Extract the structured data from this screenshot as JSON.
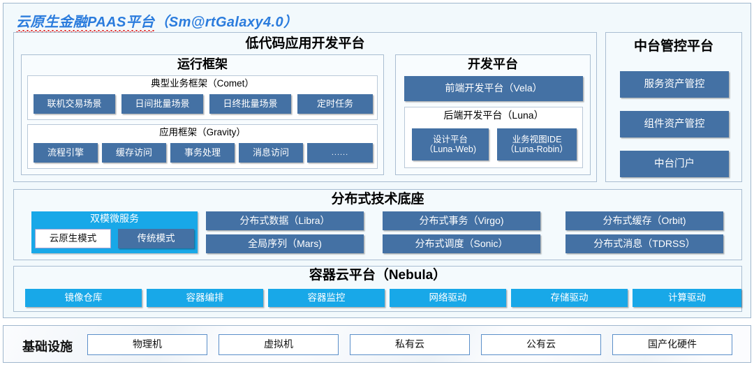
{
  "title": {
    "cn": "云原生金融PAAS平台",
    "en": "（Sm@rtGalaxy4.0）"
  },
  "lowcode": {
    "heading": "低代码应用开发平台",
    "runtime": {
      "heading": "运行框架",
      "comet": {
        "heading": "典型业务框架（Comet）",
        "items": [
          "联机交易场景",
          "日间批量场景",
          "日终批量场景",
          "定时任务"
        ]
      },
      "gravity": {
        "heading": "应用框架（Gravity）",
        "items": [
          "流程引擎",
          "缓存访问",
          "事务处理",
          "消息访问",
          "......"
        ]
      }
    },
    "devplat": {
      "heading": "开发平台",
      "frontend": "前端开发平台（Vela）",
      "backend": {
        "heading": "后端开发平台（Luna）",
        "items": [
          {
            "line1": "设计平台",
            "line2": "（Luna-Web)"
          },
          {
            "line1": "业务视图IDE",
            "line2": "（Luna-Robin）"
          }
        ]
      }
    }
  },
  "midplat": {
    "heading": "中台管控平台",
    "items": [
      "服务资产管控",
      "组件资产管控",
      "中台门户"
    ]
  },
  "distributed": {
    "heading": "分布式技术底座",
    "dualmode": {
      "heading": "双模微服务",
      "items": [
        "云原生模式",
        "传统模式"
      ]
    },
    "col2": [
      "分布式数据（Libra）",
      "全局序列（Mars)"
    ],
    "col3": [
      "分布式事务（Virgo)",
      "分布式调度（Sonic）"
    ],
    "col4": [
      "分布式缓存（Orbit)",
      "分布式消息（TDRSS）"
    ]
  },
  "container": {
    "heading": "容器云平台（Nebula）",
    "items": [
      "镜像仓库",
      "容器编排",
      "容器监控",
      "网络驱动",
      "存储驱动",
      "计算驱动"
    ]
  },
  "infrastructure": {
    "label": "基础设施",
    "items": [
      "物理机",
      "虚拟机",
      "私有云",
      "公有云",
      "国产化硬件"
    ]
  },
  "colors": {
    "title_blue": "#2b7cdd",
    "squiggle_red": "#e02020",
    "chip_blue": "#4471a4",
    "chip_cyan": "#18a8e8",
    "panel_bg": "#f2f9fc",
    "border": "#9fb6cd"
  }
}
